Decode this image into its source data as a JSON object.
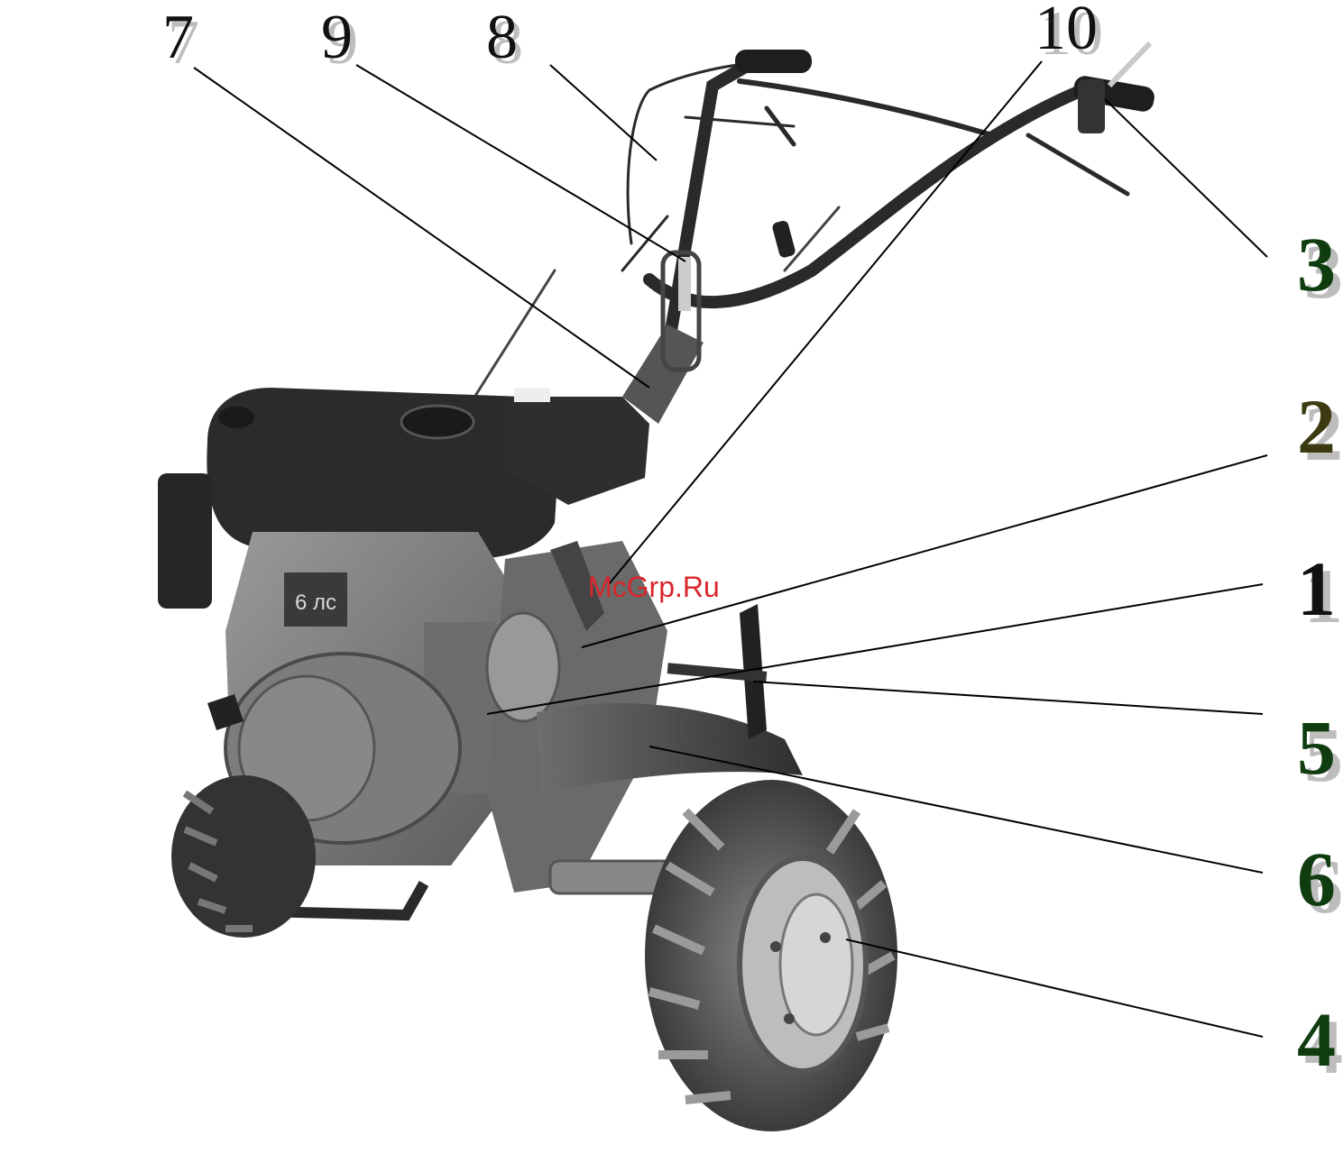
{
  "watermark": "McGrp.Ru",
  "engine_badge": "6 лс",
  "callouts": {
    "c1": "1",
    "c2": "2",
    "c3": "3",
    "c4": "4",
    "c5": "5",
    "c6": "6",
    "c7": "7",
    "c8": "8",
    "c9": "9",
    "c10": "10"
  },
  "colors": {
    "label_green": "#0f3d0f",
    "label_olive": "#3c3a10",
    "label_black": "#111111",
    "label_shadow": "#bdbdbd",
    "watermark_red": "#d9262b"
  }
}
